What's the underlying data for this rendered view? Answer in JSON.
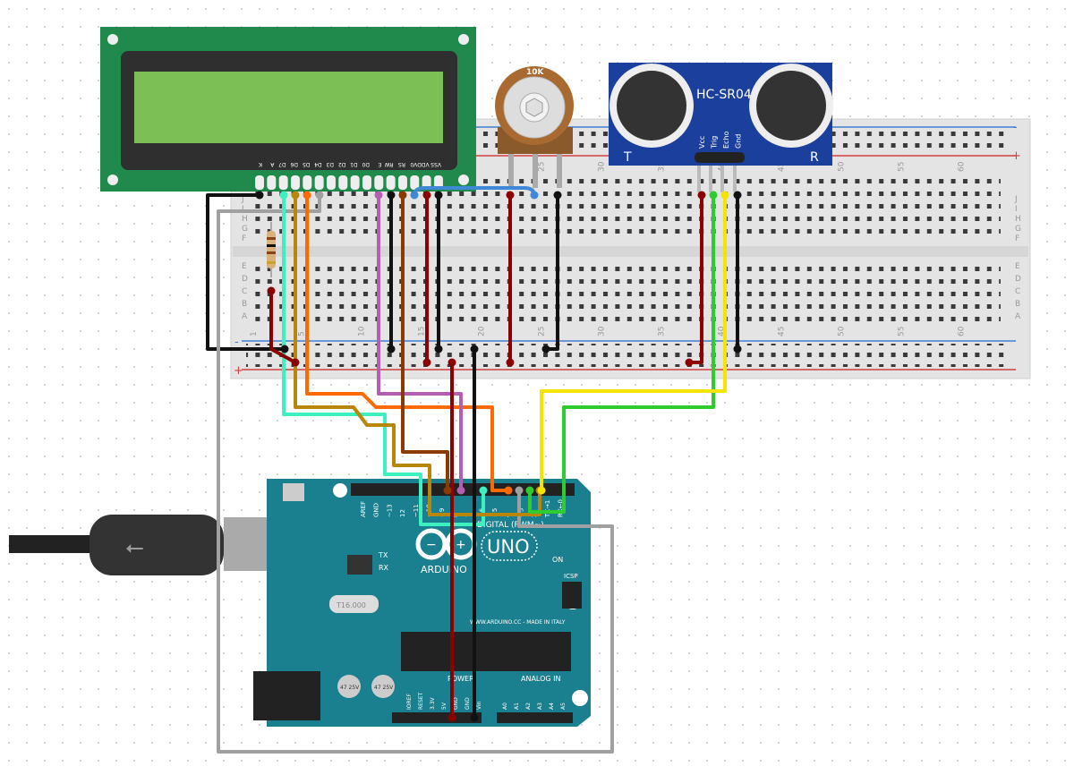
{
  "breadboard": {
    "column_numbers": [
      "1",
      "5",
      "10",
      "15",
      "20",
      "25",
      "30",
      "35",
      "40",
      "45",
      "50",
      "55",
      "60"
    ],
    "row_letters_top": [
      "J",
      "I",
      "H",
      "G",
      "F"
    ],
    "row_letters_bottom": [
      "E",
      "D",
      "C",
      "B",
      "A"
    ],
    "rail_minus": "-",
    "rail_plus": "+"
  },
  "lcd": {
    "pin_labels": [
      "K",
      "A",
      "D7",
      "D6",
      "D5",
      "D4",
      "D3",
      "D2",
      "D1",
      "D0",
      "E",
      "RW",
      "RS",
      "V0",
      "VDD",
      "VSS"
    ],
    "screen_color": "#7cbf55",
    "board_color": "#1f8a4c"
  },
  "potentiometer": {
    "label": "10K"
  },
  "ultrasonic": {
    "model": "HC-SR04",
    "pin_labels": [
      "Vcc",
      "Trig",
      "Echo",
      "Gnd"
    ],
    "left_label": "T",
    "right_label": "R",
    "board_color": "#1b3f9c"
  },
  "arduino": {
    "brand": "ARDUINO",
    "model": "UNO",
    "digital_label": "DIGITAL (PWM~)",
    "digital_pins": [
      "AREF",
      "GND",
      "~13",
      "12",
      "~11",
      "~10",
      "~9",
      "8",
      "7",
      "~6",
      "~5",
      "4",
      "~3",
      "2",
      "TX→1",
      "RX←0"
    ],
    "tx_label": "TX",
    "rx_label": "RX",
    "on_label": "ON",
    "icsp_label": "ICSP",
    "website": "WWW.ARDUINO.CC - MADE IN ITALY",
    "power_label": "POWER",
    "analog_label": "ANALOG IN",
    "power_pins": [
      "IOREF",
      "RESET",
      "3.3V",
      "5V",
      "GND",
      "GND",
      "Vin"
    ],
    "analog_pins": [
      "A0",
      "A1",
      "A2",
      "A3",
      "A4",
      "A5"
    ],
    "capacitor_label": "47 25V",
    "crystal_label": "T16.000",
    "board_color": "#1a7f8e"
  },
  "wire_colors": {
    "black": "#111111",
    "red": "#8b0000",
    "teal": "#3cf0c0",
    "gold": "#b8860b",
    "orange": "#ff6a00",
    "gray": "#a0a0a0",
    "purple": "#b45eb4",
    "brown": "#8b3a00",
    "blue": "#3f88d8",
    "green": "#2ecc2e",
    "yellow": "#f5e400"
  }
}
